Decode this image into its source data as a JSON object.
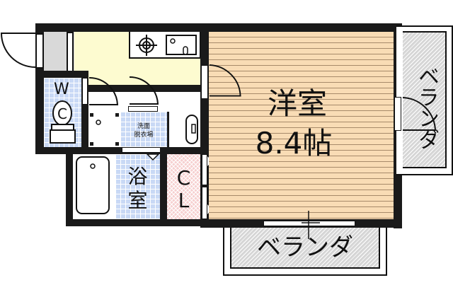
{
  "floorplan": {
    "rooms": {
      "western_room": {
        "name": "洋室",
        "size": "8.4帖"
      },
      "bathroom": {
        "line1": "浴",
        "line2": "室"
      },
      "toilet": {
        "label": "W",
        "label2": "C"
      },
      "closet": {
        "line1": "C",
        "line2": "L"
      },
      "washroom": {
        "line1": "洗面",
        "line2": "脱衣場"
      },
      "balcony_south": {
        "label": "ベランダ"
      },
      "balcony_east": {
        "label": "ベランダ"
      }
    },
    "colors": {
      "wall": "#1a1a1a",
      "kitchen_floor": "#fdfbd0",
      "western_floor": "#f9dcb5",
      "tile": "#c9d9f5",
      "closet": "#f6cfcf",
      "balcony": "#d6d6d6",
      "entrance": "#d9d9d9"
    }
  }
}
